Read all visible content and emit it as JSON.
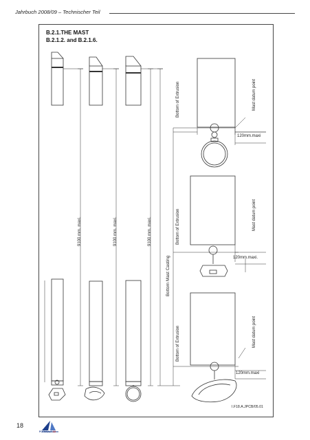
{
  "header": {
    "running_title": "Jahrbuch 2008/09 – Technischer Teil",
    "page_number": "18"
  },
  "logo": {
    "word": "FORMULA",
    "number": "18"
  },
  "figure": {
    "title_line1": "B.2.1.THE MAST",
    "title_line2": "B.2.1.2. and B.2.1.6.",
    "mast_length_label": "9100 mm. maxi.",
    "bottom_mast_casting_label": "Bottom Mast Casting",
    "bottom_of_extrusion_label": "Bottom of Extrusion",
    "mast_datum_point_label": "Mast datum point",
    "dimension_label_1": "120mm.maxi",
    "dimension_label_2": "120mm.maxi.",
    "dimension_label_3": "120mm.maxi",
    "reference_code": "I.F18.A.JPCB/05.01"
  }
}
